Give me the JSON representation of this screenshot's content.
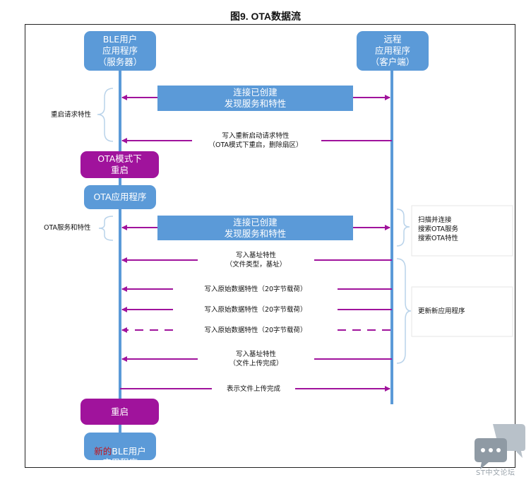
{
  "title": "图9. OTA数据流",
  "participants": {
    "server": "BLE用户\n应用程序\n（服务器）",
    "client": "远程\n应用程序\n（客户端）"
  },
  "bands": {
    "connect1": "连接已创建\n发现服务和特性",
    "connect2": "连接已创建\n发现服务和特性"
  },
  "states": {
    "ota_reboot": "OTA模式下\n重启",
    "ota_app": "OTA应用程序",
    "reboot": "重启",
    "new_app_prefix": "新的",
    "new_app_rest": "BLE用户\n应用程序"
  },
  "messages": {
    "write_reboot": "写入重新启动请求特性\n（OTA模式下重启，删除扇区）",
    "write_base1": "写入基址特性\n（文件类型，基址）",
    "raw1": "写入原始数据特性（20字节载荷）",
    "raw2": "写入原始数据特性（20字节载荷）",
    "raw3": "写入原始数据特性（20字节载荷）",
    "write_base2": "写入基址特性\n（文件上传完成）",
    "file_done": "表示文件上传完成"
  },
  "notes": {
    "left_reboot": "重启请求特性",
    "left_ota": "OTA服务和特性",
    "right_scan": "扫描并连接\n搜索OTA服务\n搜索OTA特性",
    "right_update": "更新新应用程序"
  },
  "watermark": "ST中文论坛",
  "colors": {
    "lifeline": "#5b9ad8",
    "box_blue": "#5b9ad8",
    "box_purple": "#a0139c",
    "arrow": "#a0139c",
    "brace": "#b9d3ea"
  }
}
